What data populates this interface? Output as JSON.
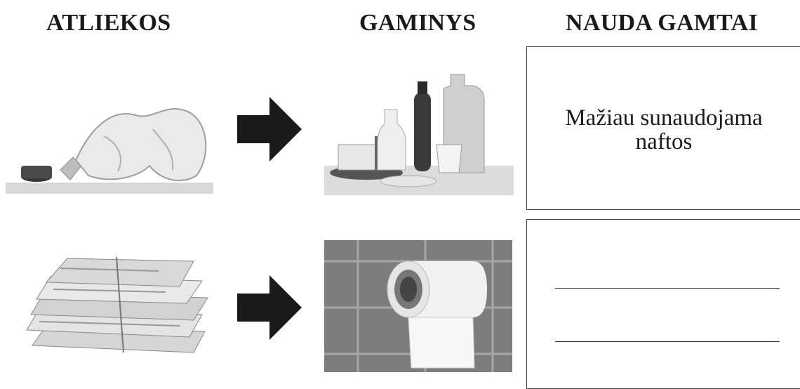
{
  "headers": {
    "waste": "ATLIEKOS",
    "product": "GAMINYS",
    "benefit": "NAUDA GAMTAI"
  },
  "rows": [
    {
      "waste_icon": "crushed-plastic-bottle-icon",
      "product_icon": "plastic-containers-icon",
      "benefit_line1": "Mažiau sunaudojama",
      "benefit_line2": "naftos"
    },
    {
      "waste_icon": "newspaper-stack-icon",
      "product_icon": "toilet-paper-roll-icon",
      "benefit_blank_lines": 2
    }
  ],
  "colors": {
    "arrow": "#1a1a1a",
    "box_border": "#444444",
    "tile": "#7d7d7d"
  }
}
